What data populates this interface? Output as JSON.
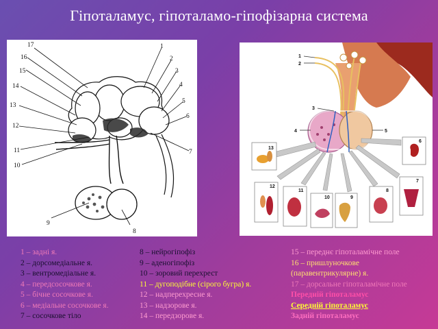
{
  "title": "Гіпоталамус, гіпоталамо-гіпофізарна система",
  "left_figure": {
    "labels": [
      "17",
      "1",
      "16",
      "2",
      "15",
      "3",
      "14",
      "4",
      "13",
      "5",
      "6",
      "12",
      "7",
      "11",
      "10",
      "9",
      "8"
    ]
  },
  "right_figure": {
    "labels": [
      "1",
      "2",
      "3",
      "4",
      "5",
      "13",
      "6",
      "12",
      "11",
      "10",
      "9",
      "8",
      "7"
    ]
  },
  "legend": {
    "col1": [
      "1 – задні я.",
      "2 – дорсомедіальне я.",
      "3 – вентромедіальне я.",
      "4 – передсосочкове я.",
      "5 – бічне сосочкове я.",
      "6 – медіальне сосочкове я.",
      "7 – сосочкове тіло"
    ],
    "col2": [
      "8 – нейрогіпофіз",
      "9 – аденогіпофіз",
      "10 – зоровий перехрест",
      "11 – дугоподібне (сірого бугра) я.",
      "12 – надперехресне я.",
      "13 – надзорове я.",
      "14 – передзорове я."
    ],
    "col3": [
      "15 – переднє гіпоталамічне поле",
      "16 – пришлуночкове",
      "(паравентрикулярне) я.",
      "17 – дорсальне гіпоталамічне поле",
      "Передній гіпоталамус",
      "Середній гіпоталамус",
      "Задній гіпоталамус"
    ]
  },
  "colors": {
    "background_start": "#6a4fb0",
    "background_end": "#c63a96",
    "title": "#ffffff",
    "legend_pink": "#f07ab8",
    "anterior": "#ff4fa8",
    "middle": "#ffff33",
    "posterior": "#ffe070"
  }
}
